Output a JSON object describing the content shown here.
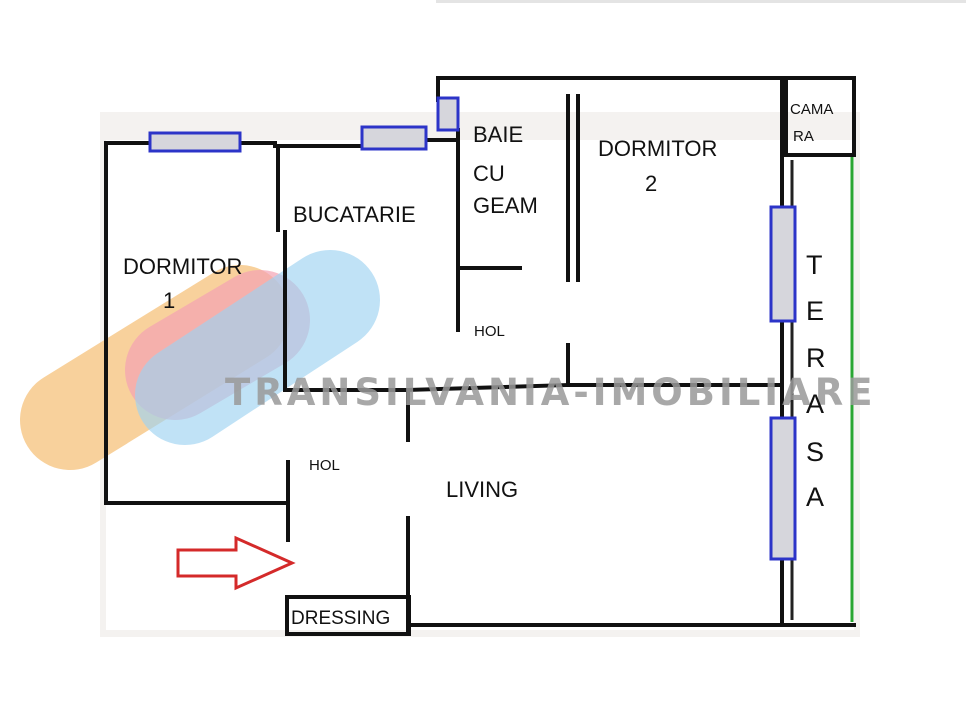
{
  "rooms": {
    "dormitor1_line1": "DORMITOR",
    "dormitor1_line2": "1",
    "bucatarie": "BUCATARIE",
    "baie_line1": "BAIE",
    "baie_line2": "CU",
    "baie_line3": "GEAM",
    "dormitor2_line1": "DORMITOR",
    "dormitor2_line2": "2",
    "camara_line1": "CAMA",
    "camara_line2": "RA",
    "hol_upper": "HOL",
    "hol_lower": "HOL",
    "living": "LIVING",
    "dressing": "DRESSING",
    "terasa_letters": [
      "T",
      "E",
      "R",
      "A",
      "S",
      "A"
    ]
  },
  "watermark": {
    "text": "TRANSILVANIA-IMOBILIARE"
  },
  "colors": {
    "wall": "#111111",
    "window_border": "#2c34c8",
    "terrace_edge": "#2aa632",
    "entrance_arrow": "#d42a2a",
    "logo_orange": "#f6c27c",
    "logo_pink": "#f4a3b4",
    "logo_blue": "#9fd3f2"
  },
  "icons": {
    "entrance": "entrance-arrow-icon",
    "logo": "agency-logo-icon"
  }
}
